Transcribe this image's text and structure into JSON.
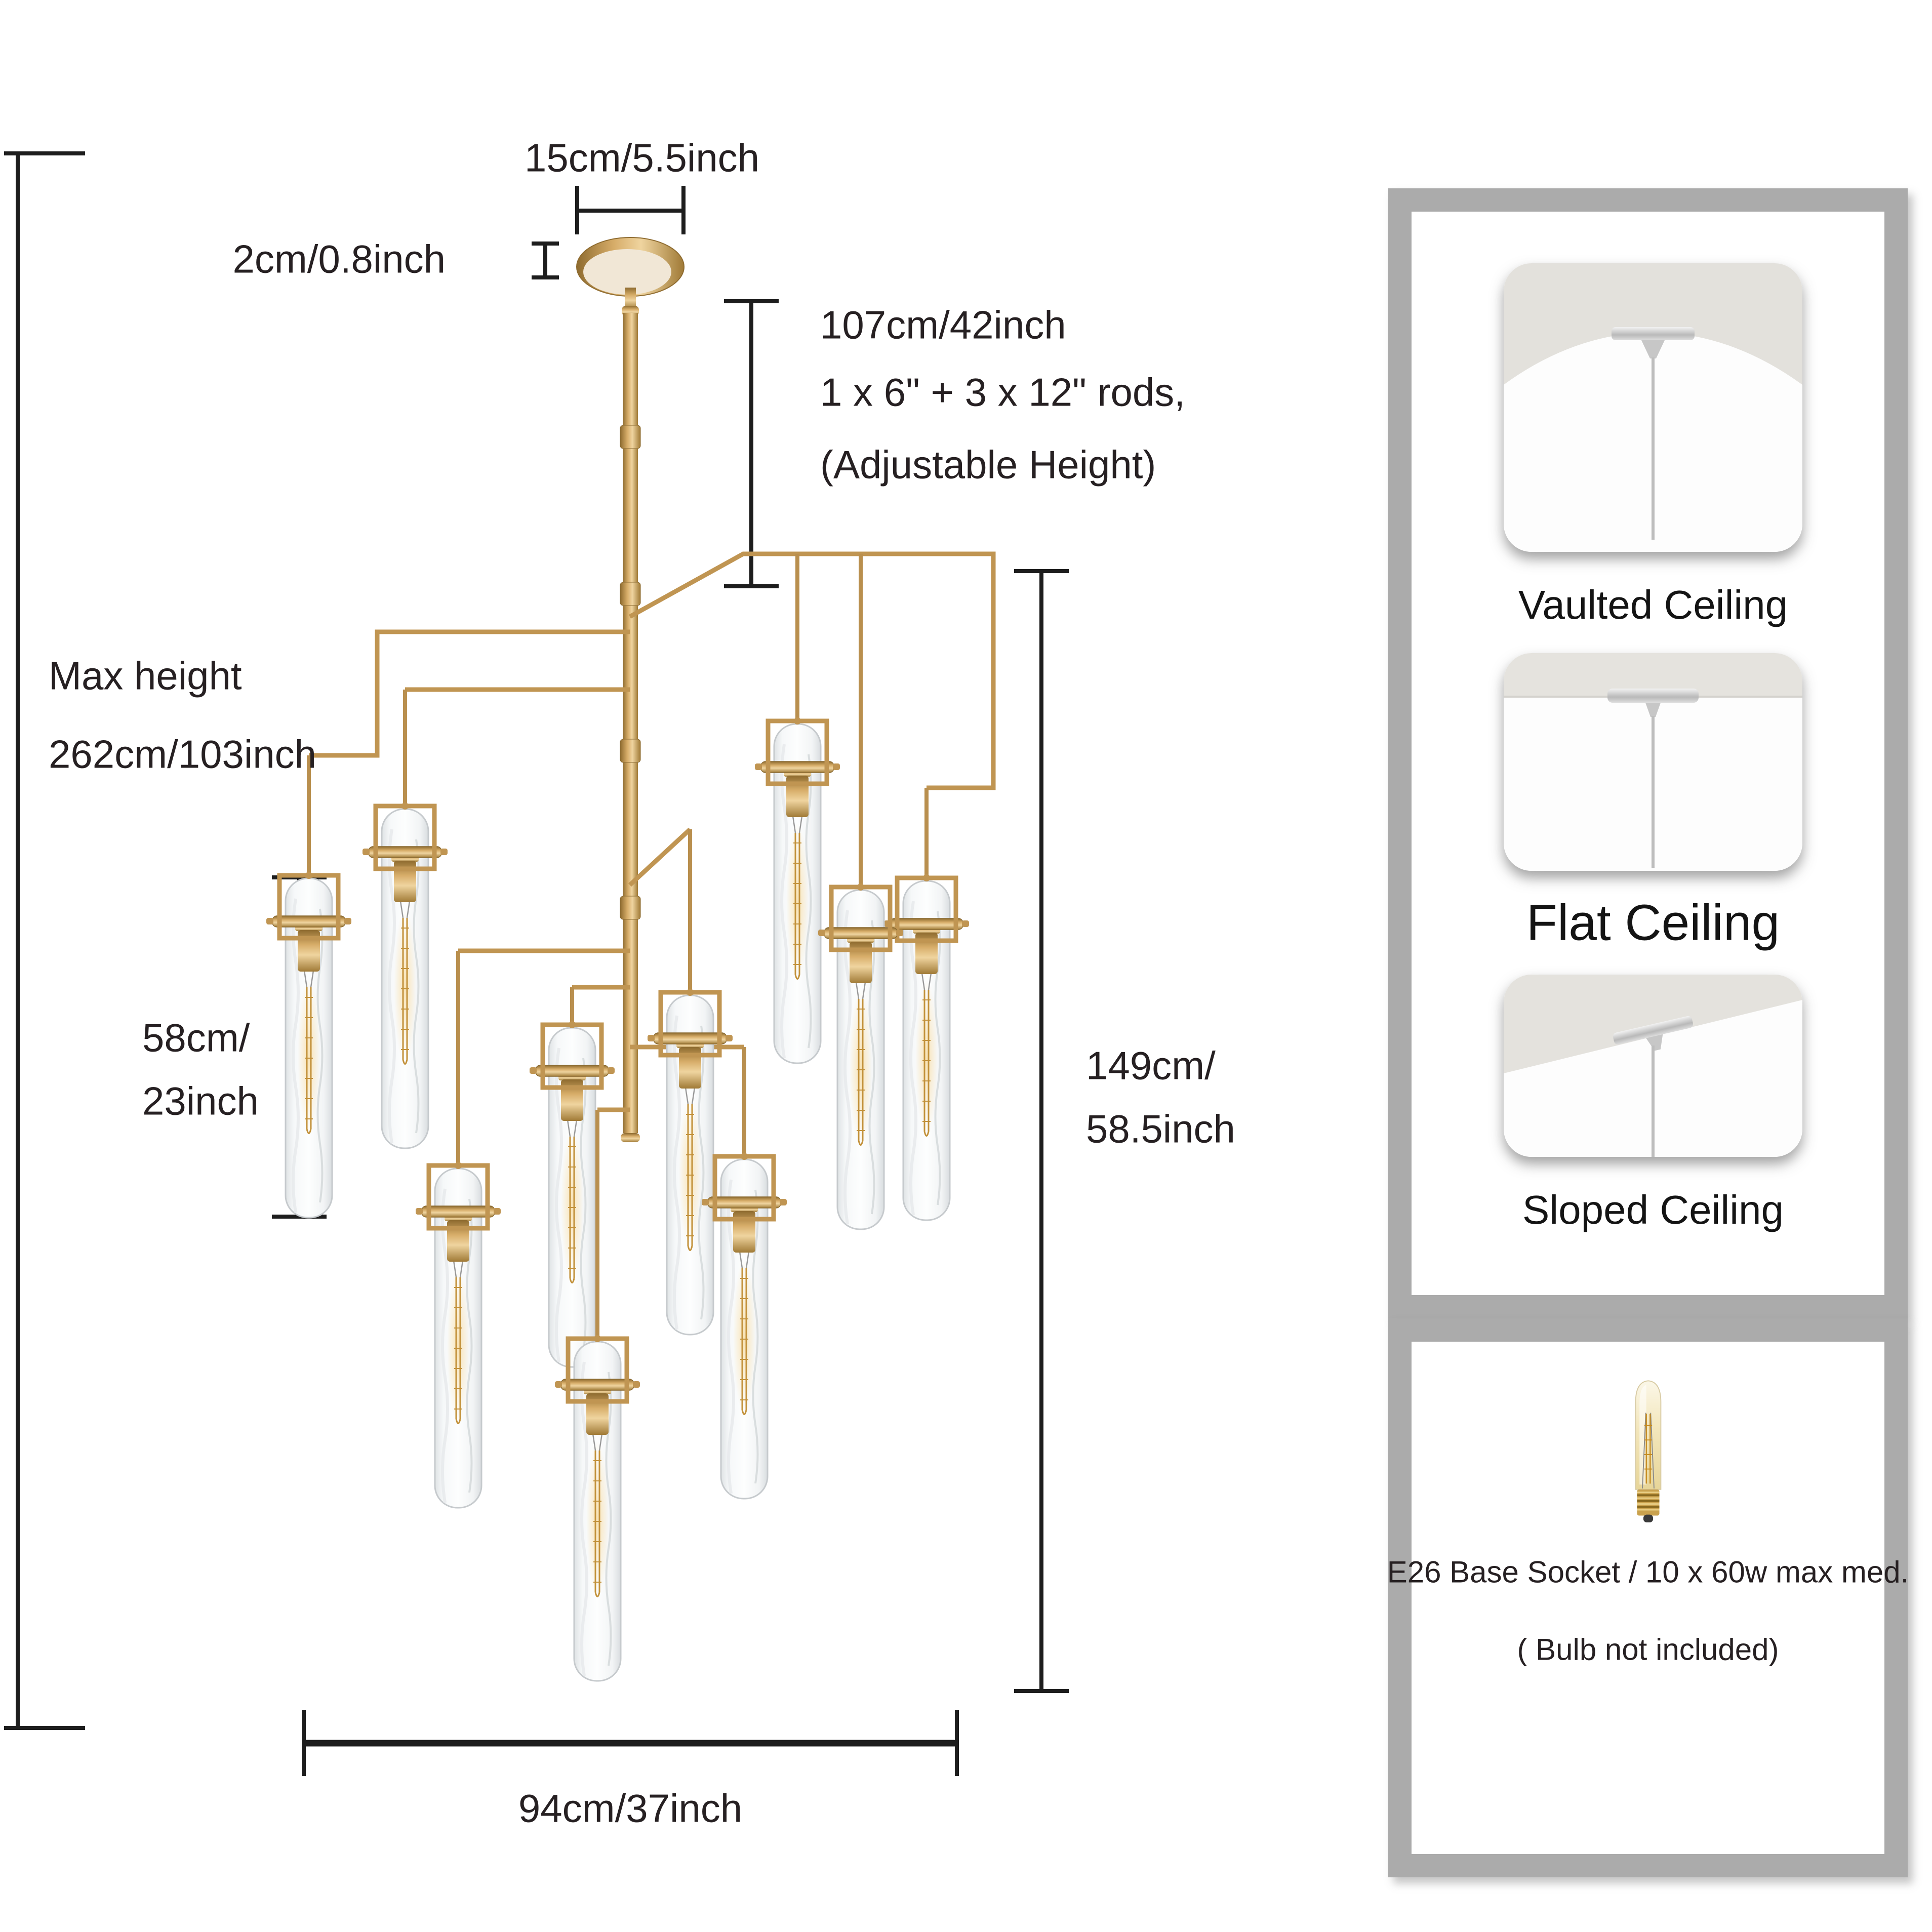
{
  "diagram": {
    "dim_canopy_width": "15cm/5.5inch",
    "dim_canopy_thickness": "2cm/0.8inch",
    "dim_hanging_rod": [
      "107cm/42inch",
      "1 x 6\" + 3 x 12\" rods,",
      "(Adjustable Height)"
    ],
    "dim_max_height": [
      "Max height",
      "262cm/103inch"
    ],
    "dim_shade_height": [
      "58cm/",
      "23inch"
    ],
    "dim_fixture_height": [
      "149cm/",
      "58.5inch"
    ],
    "dim_fixture_width": "94cm/37inch"
  },
  "mount_panel": {
    "options": [
      {
        "label": "Vaulted Ceiling"
      },
      {
        "label": "Flat Ceiling"
      },
      {
        "label": "Sloped Ceiling"
      }
    ]
  },
  "bulb_panel": {
    "socket_info": "E26 Base Socket / 10 x 60w max med.",
    "bulb_note": "( Bulb not included)"
  },
  "colors": {
    "brass": "#bf9654",
    "frame_gray": "#ababab",
    "text": "#262022",
    "dimension_line": "#1d1d1d",
    "filament": "#c2913a"
  }
}
